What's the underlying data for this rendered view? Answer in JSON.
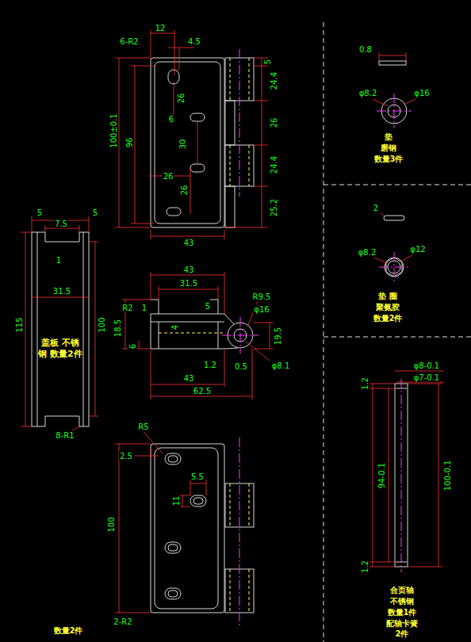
{
  "diagram": {
    "nodes": [
      {
        "text": [
          "盖板 不锈钢 数量2件"
        ]
      }
    ],
    "labels": [
      "12",
      "4.5",
      "6-R2",
      "5",
      "24.4",
      "26",
      "24.4",
      "25.2",
      "100±0.1",
      "96",
      "26",
      "6",
      "30",
      "26",
      "26",
      "43",
      "43",
      "31.5",
      "R9.5",
      "φ16",
      "R2",
      "1",
      "5",
      "4",
      "18.5",
      "6",
      "19.5",
      "1.2",
      "0.5",
      "φ8.1",
      "43",
      "62.5",
      "5",
      "7.5",
      "5",
      "1",
      "31.5",
      "115",
      "100",
      "8-R1",
      "R5",
      "2.5",
      "5.5",
      "11",
      "100",
      "2-R2",
      "数量2件",
      "0.8",
      "φ8.2",
      "φ16",
      "垫",
      "磨钢",
      "数量3件",
      "2",
      "φ8.2",
      "φ12",
      "垫 圈",
      "聚氨胶",
      "数量2件",
      "φ8-0.1",
      "φ7-0.1",
      "1.2",
      "94-0.1",
      "100-0.1",
      "1.2",
      "合页轴",
      "不锈钢",
      "数量1件",
      "配轴卡簧",
      "2件"
    ]
  }
}
